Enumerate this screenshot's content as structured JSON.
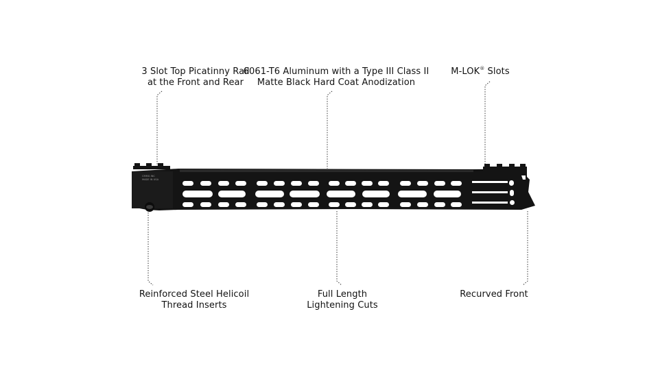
{
  "callouts": {
    "top_rail": {
      "line1": "3 Slot Top Picatinny Rail",
      "line2": "at the Front and Rear"
    },
    "material": {
      "line1": "6061-T6 Aluminum with a Type III Class II",
      "line2": "Matte Black Hard Coat Anodization"
    },
    "mlok": {
      "text_before": "M-LOK",
      "mark": "®",
      "text_after": " Slots"
    },
    "helicoil": {
      "line1": "Reinforced Steel Helicoil",
      "line2": "Thread Inserts"
    },
    "lightening": {
      "line1": "Full Length",
      "line2": "Lightening Cuts"
    },
    "recurved": {
      "line1": "Recurved Front"
    }
  },
  "engraving": {
    "line1": "CMMG INC",
    "line2": "MADE IN USA"
  },
  "colors": {
    "handguard": "#141414",
    "handguard_highlight": "#2a2a2a",
    "slot": "#ffffff",
    "leader": "#333333",
    "text": "#111111"
  },
  "icons": {
    "leader_lines": "dotted-leader-line",
    "product": "mlok-handguard"
  }
}
